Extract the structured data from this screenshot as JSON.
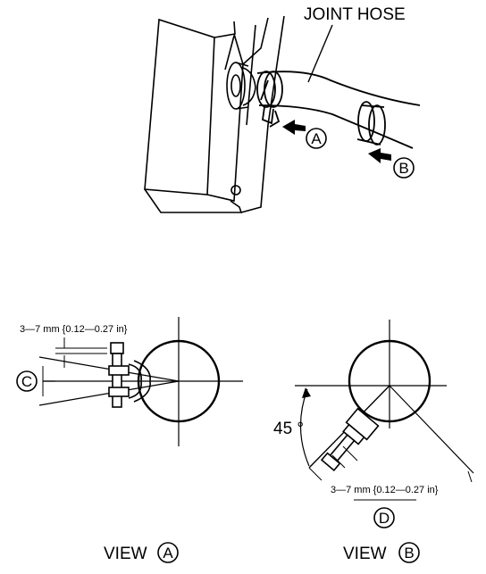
{
  "labels": {
    "joint_hose": "JOINT HOSE",
    "marker_a": "A",
    "marker_b": "B",
    "marker_c": "C",
    "marker_d": "D",
    "dim_a": "3—7 mm {0.12—0.27 in}",
    "dim_b": "3—7 mm {0.12—0.27 in}",
    "angle": "45 °",
    "view_a_word": "VIEW",
    "view_a_letter": "A",
    "view_b_word": "VIEW",
    "view_b_letter": "B"
  }
}
